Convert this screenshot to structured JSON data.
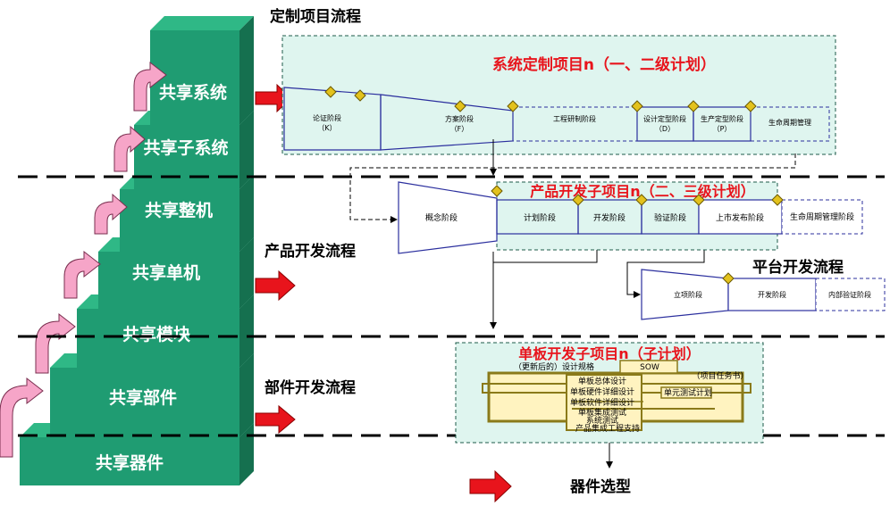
{
  "titles": {
    "custom_flow": "定制项目流程",
    "product_flow": "产品开发流程",
    "component_flow": "部件开发流程",
    "platform_flow": "平台开发流程",
    "device_selection": "器件选型"
  },
  "staircase": {
    "steps": [
      "共享系统",
      "共享子系统",
      "共享整机",
      "共享单机",
      "共享模块",
      "共享部件",
      "共享器件"
    ]
  },
  "system_project": {
    "title": "系统定制项目n（一、二级计划）",
    "stages": [
      {
        "label": "论证阶段",
        "code": "（K）"
      },
      {
        "label": "方案阶段",
        "code": "（F）"
      },
      {
        "label": "工程研制阶段",
        "code": ""
      },
      {
        "label": "设计定型阶段",
        "code": "（D）"
      },
      {
        "label": "生产定型阶段",
        "code": "（P）"
      },
      {
        "label": "生命周期管理",
        "code": ""
      }
    ]
  },
  "product_project": {
    "title": "产品开发子项目n（二、三级计划）",
    "stages": [
      "概念阶段",
      "计划阶段",
      "开发阶段",
      "验证阶段",
      "上市发布阶段",
      "生命周期管理阶段"
    ]
  },
  "platform_project": {
    "stages": [
      "立项阶段",
      "开发阶段",
      "内部验证阶段"
    ]
  },
  "board_project": {
    "title": "单板开发子项目n（子计划）",
    "labels": {
      "design_spec": "（更新后的）设计规格",
      "sow": "SOW",
      "task_book": "（项目任务书）",
      "l1": "单板总体设计",
      "l2": "单板硬件详细设计",
      "l3": "单元测试计划",
      "l4": "单板软件详细设计",
      "l5": "单板集成测试",
      "l6": "系统测试",
      "l7": "产品集成工程支持"
    }
  },
  "colors": {
    "step_front": "#1f9c72",
    "step_top": "#2fb886",
    "step_side": "#15704f",
    "title_red": "#e8141c",
    "panel_fill": "#dff5ef",
    "stage_stroke": "#2b2f9e",
    "board_fill": "#fff3c0",
    "board_stroke": "#8a7a1a"
  }
}
